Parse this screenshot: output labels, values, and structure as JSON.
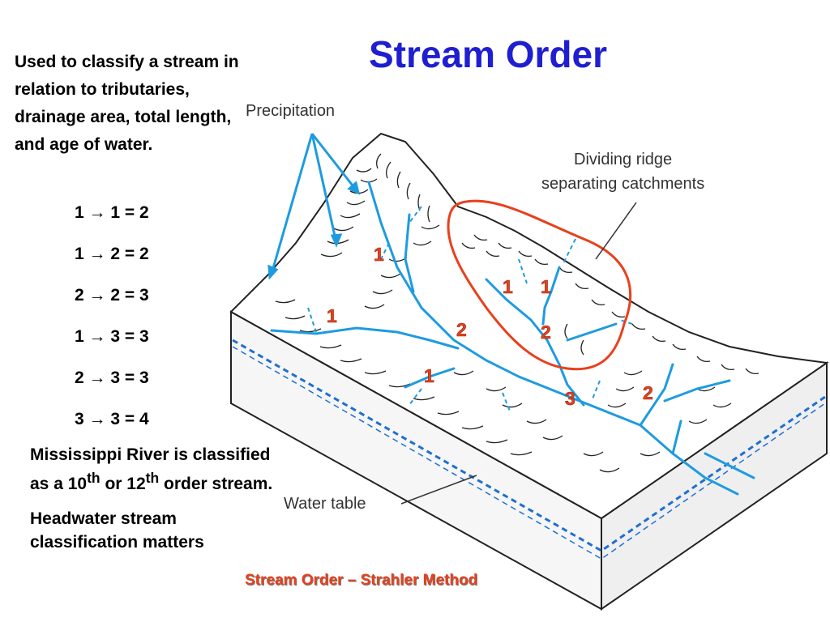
{
  "slide": {
    "title": "Stream Order",
    "intro": "Used to classify a stream in relation to tributaries, drainage area, total length, and age of water.",
    "rules": [
      {
        "a": "1",
        "arrow": "→",
        "b": "1",
        "eq": "= 2"
      },
      {
        "a": "1",
        "arrow": "→",
        "b": "2",
        "eq": "= 2"
      },
      {
        "a": "2",
        "arrow": "→",
        "b": "2",
        "eq": "= 3"
      },
      {
        "a": "1",
        "arrow": "→",
        "b": "3",
        "eq": "= 3"
      },
      {
        "a": "2",
        "arrow": "→",
        "b": "3",
        "eq": "= 3"
      },
      {
        "a": "3",
        "arrow": "→",
        "b": "3",
        "eq": "= 4"
      }
    ],
    "notes": {
      "mississippi_pre": "Mississippi River is classified as a 10",
      "sup1": "th",
      "mid": " or 12",
      "sup2": "th",
      "mississippi_post": " order stream.",
      "headwater": "Headwater stream classification matters"
    },
    "caption": "Stream Order – Strahler Method"
  },
  "diagram": {
    "label_precipitation": "Precipitation",
    "label_ridge_line1": "Dividing ridge",
    "label_ridge_line2": "separating catchments",
    "label_water_table": "Water table",
    "orders": [
      "1",
      "1",
      "1",
      "2",
      "2",
      "1",
      "1",
      "3",
      "2"
    ]
  },
  "colors": {
    "title": "#1f1fd1",
    "order_labels": "#e8401c",
    "stream": "#1e9be0",
    "catchment_outline": "#e8401c"
  }
}
